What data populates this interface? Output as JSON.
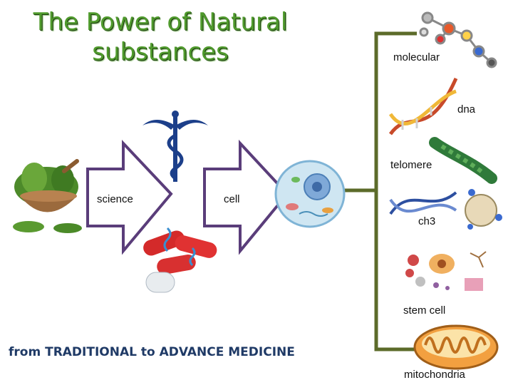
{
  "title": "The Power of Natural substances",
  "subtitle": "from TRADITIONAL to ADVANCE MEDICINE",
  "flow_labels": {
    "science": "science",
    "cell": "cell"
  },
  "branch_labels": {
    "molecular": "molecular",
    "dna": "dna",
    "telomere": "telomere",
    "ch3": "ch3",
    "stem_cell": "stem cell",
    "mitochondria": "mitochondria"
  },
  "colors": {
    "title_green": "#4f9a2c",
    "bracket_olive": "#5c6b2a",
    "arrow_purple": "#5a3d7a",
    "subtitle_navy": "#1f3a66"
  },
  "icons": [
    "herbs-mortar-icon",
    "caduceus-icon",
    "capsules-icon",
    "cell-icon",
    "molecule-icon",
    "dna-helix-icon",
    "telomere-icon",
    "methylation-icon",
    "stem-cells-icon",
    "mitochondria-icon"
  ]
}
